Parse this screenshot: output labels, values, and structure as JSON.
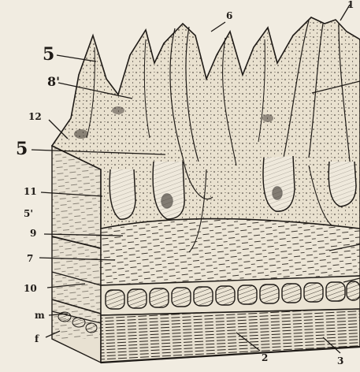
{
  "figure": {
    "background": "#f1ece1",
    "ink": "#1e1a16",
    "labels": [
      {
        "id": "label-5-top",
        "text": "5"
      },
      {
        "id": "label-6-top",
        "text": "6"
      },
      {
        "id": "label-1-top",
        "text": "1"
      },
      {
        "id": "label-8-upper",
        "text": "8'"
      },
      {
        "id": "label-12",
        "text": "12"
      },
      {
        "id": "label-5-mid",
        "text": "5"
      },
      {
        "id": "label-11",
        "text": "11"
      },
      {
        "id": "label-5-prime",
        "text": "5'"
      },
      {
        "id": "label-9",
        "text": "9"
      },
      {
        "id": "label-7",
        "text": "7"
      },
      {
        "id": "label-10",
        "text": "10"
      },
      {
        "id": "label-m",
        "text": "m"
      },
      {
        "id": "label-f",
        "text": "f"
      },
      {
        "id": "label-2",
        "text": "2"
      },
      {
        "id": "label-3",
        "text": "3"
      }
    ]
  }
}
